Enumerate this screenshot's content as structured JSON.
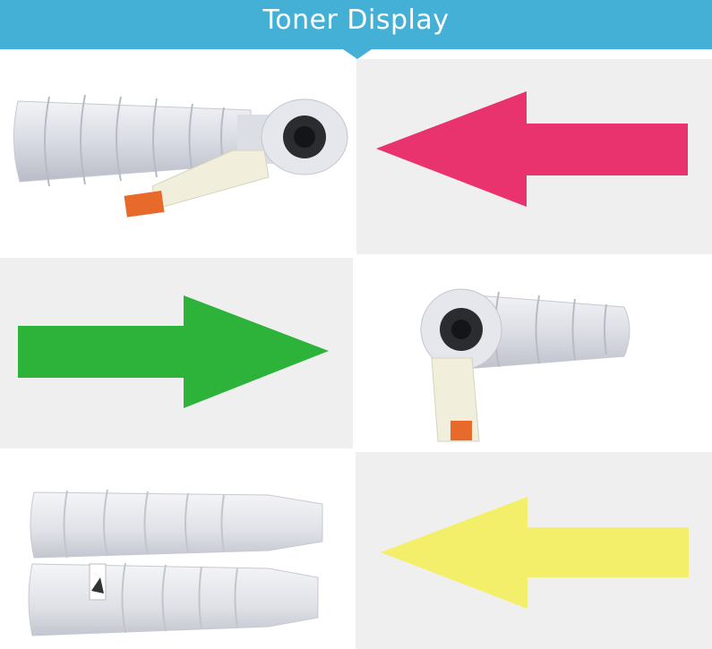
{
  "header": {
    "title": "Toner Display",
    "bg": "#45b0d6"
  },
  "cells": [
    {
      "content": "toner-cartridge",
      "view": "side",
      "position": "row1-left"
    },
    {
      "content": "arrow",
      "direction": "left",
      "color": "#e8336e",
      "position": "row1-right"
    },
    {
      "content": "arrow",
      "direction": "right",
      "color": "#2eb33a",
      "position": "row2-left"
    },
    {
      "content": "toner-cartridge",
      "view": "front",
      "position": "row2-right"
    },
    {
      "content": "toner-cartridge",
      "view": "pair",
      "position": "row3-left"
    },
    {
      "content": "arrow",
      "direction": "left",
      "color": "#f4ef6b",
      "position": "row3-right"
    }
  ],
  "colors": {
    "magenta": "#e8336e",
    "green": "#2eb33a",
    "yellow": "#f4ef6b"
  }
}
